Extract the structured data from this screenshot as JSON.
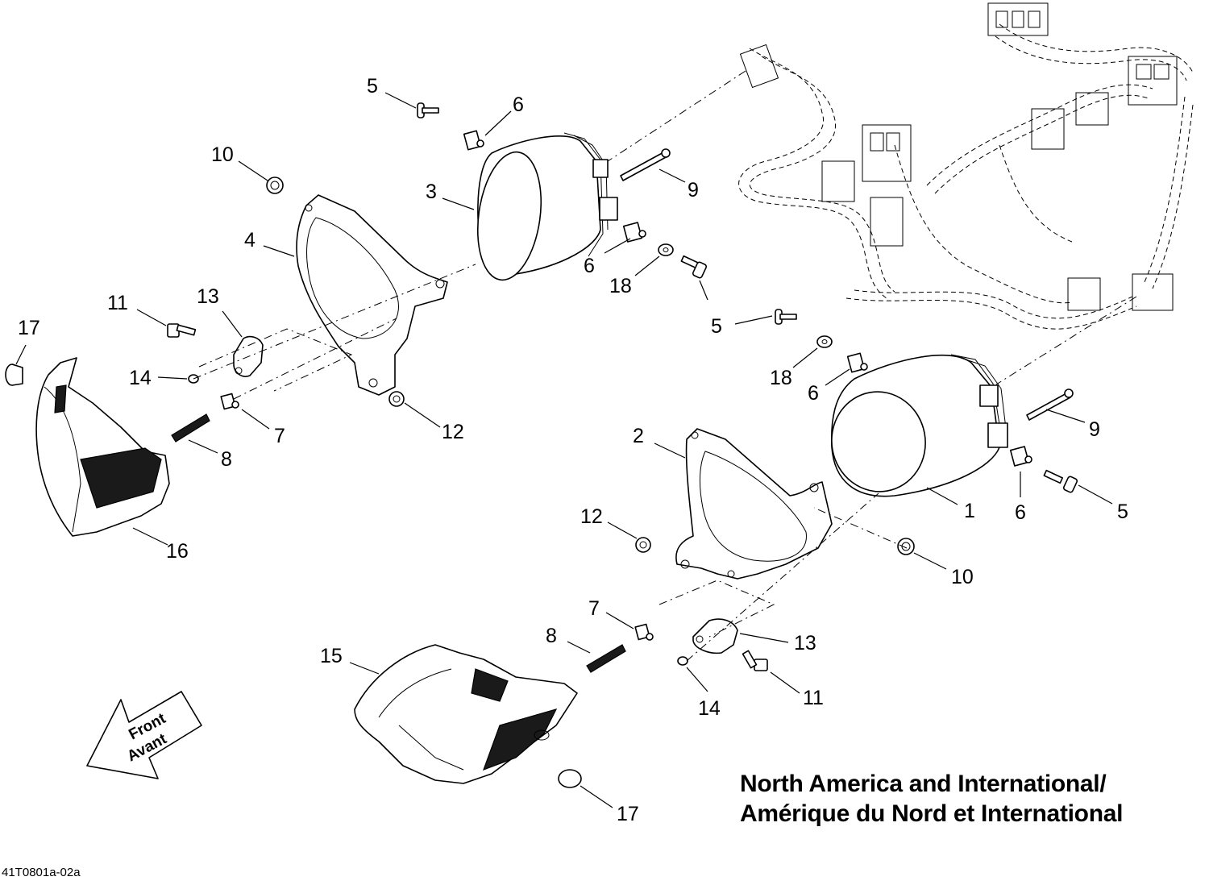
{
  "diagram": {
    "title_line_1": "North America and International/",
    "title_line_2": "Amérique du Nord et International",
    "figure_ref": "41T0801a-02a",
    "front_arrow": {
      "line_1": "Front",
      "line_2": "Avant"
    },
    "callouts": [
      {
        "id": "c-5a",
        "label": "5"
      },
      {
        "id": "c-6a",
        "label": "6"
      },
      {
        "id": "c-10a",
        "label": "10"
      },
      {
        "id": "c-3",
        "label": "3"
      },
      {
        "id": "c-9a",
        "label": "9"
      },
      {
        "id": "c-4",
        "label": "4"
      },
      {
        "id": "c-6b",
        "label": "6"
      },
      {
        "id": "c-18a",
        "label": "18"
      },
      {
        "id": "c-11a",
        "label": "11"
      },
      {
        "id": "c-13a",
        "label": "13"
      },
      {
        "id": "c-17a",
        "label": "17"
      },
      {
        "id": "c-14a",
        "label": "14"
      },
      {
        "id": "c-7a",
        "label": "7"
      },
      {
        "id": "c-12a",
        "label": "12"
      },
      {
        "id": "c-8a",
        "label": "8"
      },
      {
        "id": "c-16",
        "label": "16"
      },
      {
        "id": "c-5b",
        "label": "5"
      },
      {
        "id": "c-18b",
        "label": "18"
      },
      {
        "id": "c-6c",
        "label": "6"
      },
      {
        "id": "c-9b",
        "label": "9"
      },
      {
        "id": "c-2",
        "label": "2"
      },
      {
        "id": "c-1",
        "label": "1"
      },
      {
        "id": "c-6d",
        "label": "6"
      },
      {
        "id": "c-5c",
        "label": "5"
      },
      {
        "id": "c-12b",
        "label": "12"
      },
      {
        "id": "c-10b",
        "label": "10"
      },
      {
        "id": "c-7b",
        "label": "7"
      },
      {
        "id": "c-8b",
        "label": "8"
      },
      {
        "id": "c-13b",
        "label": "13"
      },
      {
        "id": "c-15",
        "label": "15"
      },
      {
        "id": "c-14b",
        "label": "14"
      },
      {
        "id": "c-11b",
        "label": "11"
      },
      {
        "id": "c-17b",
        "label": "17"
      }
    ]
  }
}
